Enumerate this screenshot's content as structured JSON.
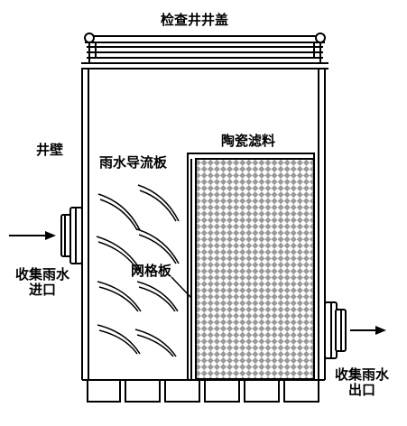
{
  "labels": {
    "manhole_cover": "检查井井盖",
    "well_wall": "井壁",
    "rain_guide_plate": "雨水导流板",
    "ceramic_filter": "陶瓷滤料",
    "grid_plate": "网格板",
    "inlet_line1": "收集雨水",
    "inlet_line2": "进口",
    "outlet_line1": "收集雨水",
    "outlet_line2": "出口"
  },
  "colors": {
    "stroke": "#000000",
    "checker_dark": "#9a9a9a",
    "checker_light": "#ffffff",
    "background": "#ffffff"
  }
}
